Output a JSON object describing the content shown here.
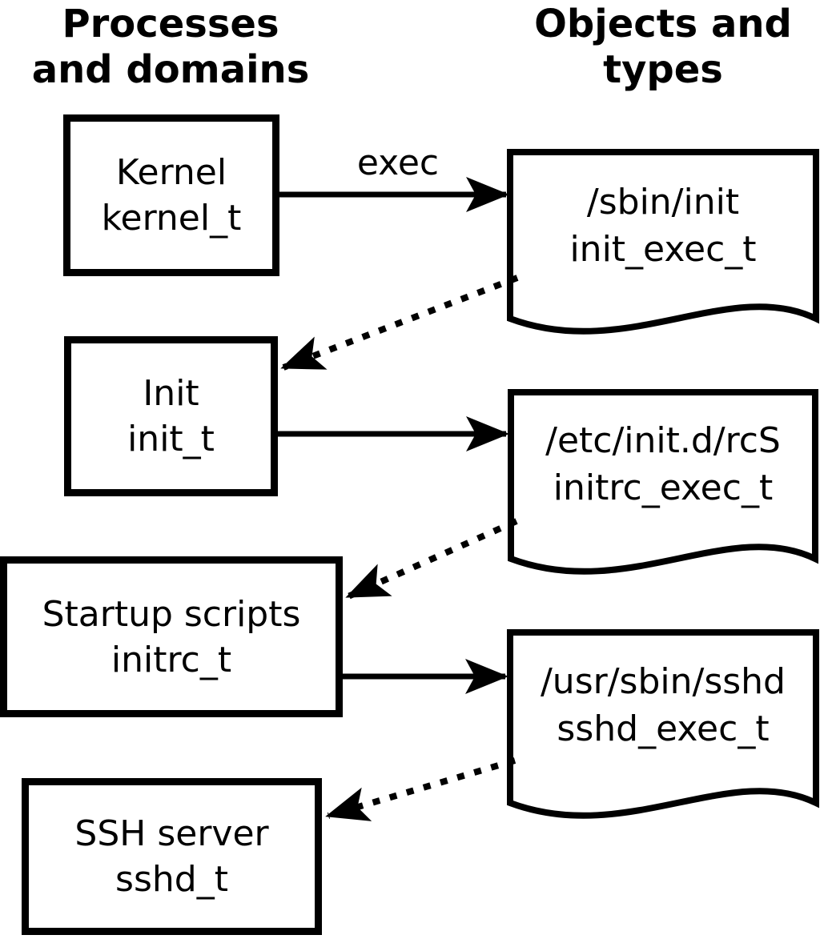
{
  "columns": {
    "left": {
      "line1": "Processes",
      "line2": "and domains"
    },
    "right": {
      "line1": "Objects and",
      "line2": "types"
    }
  },
  "exec_arrow_label": "exec",
  "processes": [
    {
      "name": "Kernel",
      "domain": "kernel_t"
    },
    {
      "name": "Init",
      "domain": "init_t"
    },
    {
      "name": "Startup scripts",
      "domain": "initrc_t"
    },
    {
      "name": "SSH server",
      "domain": "sshd_t"
    }
  ],
  "objects": [
    {
      "path": "/sbin/init",
      "type": "init_exec_t"
    },
    {
      "path": "/etc/init.d/rcS",
      "type": "initrc_exec_t"
    },
    {
      "path": "/usr/sbin/sshd",
      "type": "sshd_exec_t"
    }
  ],
  "colors": {
    "foreground": "#000000",
    "background": "#ffffff"
  }
}
